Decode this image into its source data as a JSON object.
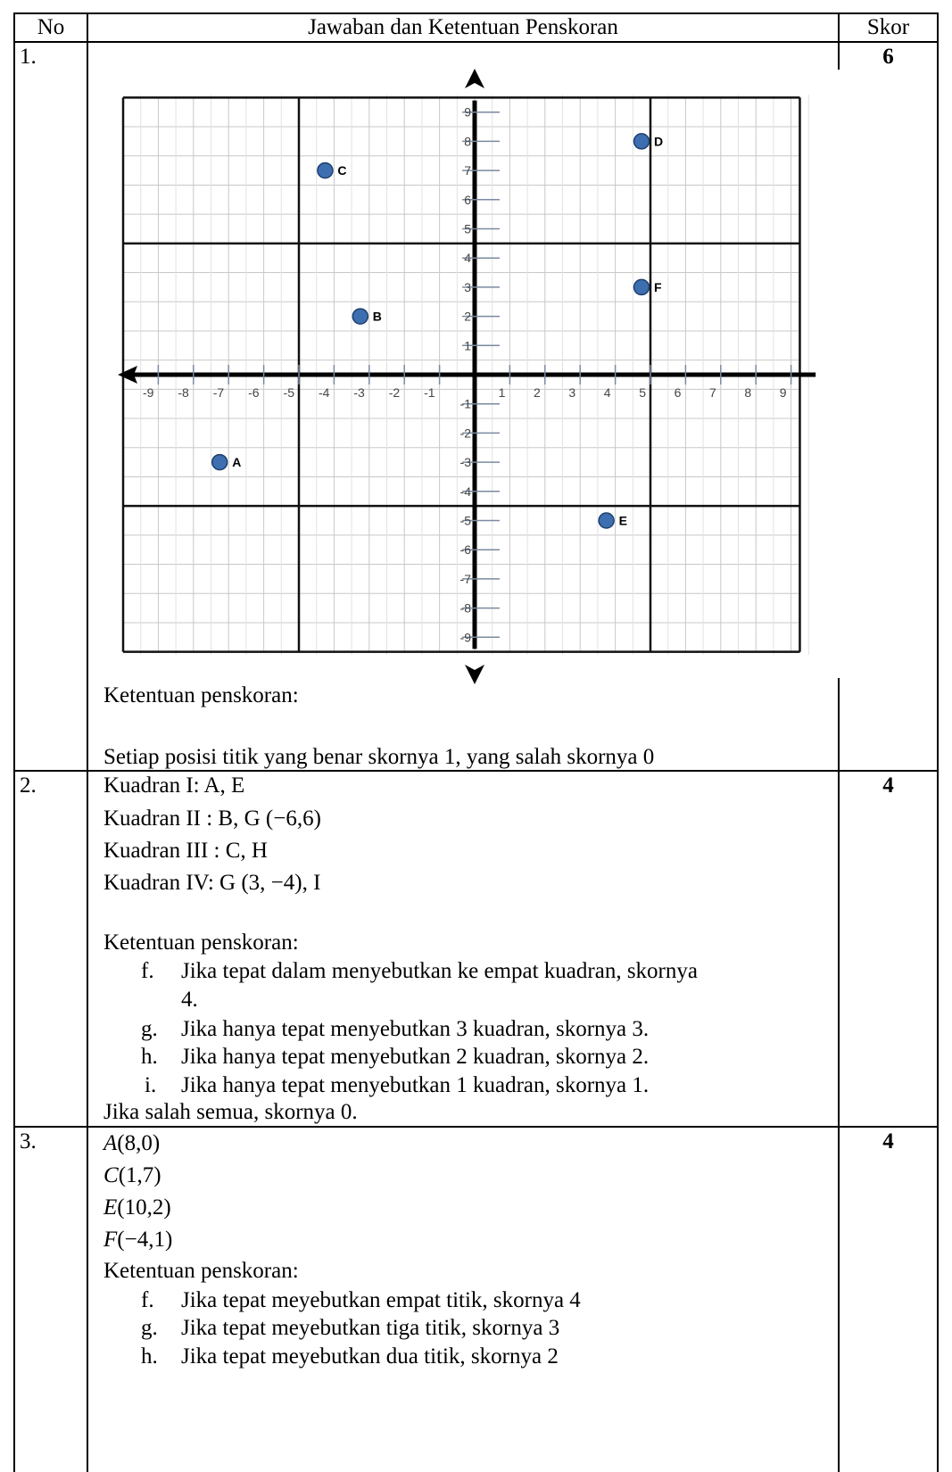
{
  "table": {
    "headers": {
      "no": "No",
      "answer": "Jawaban dan Ketentuan Penskoran",
      "score": "Skor"
    },
    "rows": [
      {
        "no": "1.",
        "score": "6",
        "scoring_title": "Ketentuan penskoran:",
        "scoring_text": "Setiap posisi titik yang benar skornya 1, yang salah skornya 0"
      },
      {
        "no": "2.",
        "score": "4",
        "lines": [
          "Kuadran I: A, E",
          "Kuadran II : B, G (−6,6)",
          "Kuadran III : C, H",
          "Kuadran IV: G (3, −4), I"
        ],
        "scoring_title": "Ketentuan penskoran:",
        "items": [
          {
            "marker": "f.",
            "text": "Jika tepat dalam menyebutkan ke empat kuadran, skornya",
            "cont": "4."
          },
          {
            "marker": "g.",
            "text": "Jika hanya tepat menyebutkan 3 kuadran, skornya 3."
          },
          {
            "marker": "h.",
            "text": "Jika hanya tepat menyebutkan 2 kuadran, skornya 2."
          },
          {
            "marker": "i.",
            "text": "Jika hanya tepat menyebutkan 1 kuadran, skornya 1."
          }
        ],
        "footer": "Jika salah semua, skornya 0."
      },
      {
        "no": "3.",
        "score": "4",
        "points": [
          {
            "name": "A",
            "coords": "(8,0)"
          },
          {
            "name": "C",
            "coords": "(1,7)"
          },
          {
            "name": "E",
            "coords": "(10,2)"
          },
          {
            "name": "F",
            "coords": "(−4,1)"
          }
        ],
        "scoring_title": "Ketentuan penskoran:",
        "items": [
          {
            "marker": "f.",
            "text": "Jika tepat meyebutkan empat titik, skornya 4"
          },
          {
            "marker": "g.",
            "text": "Jika tepat meyebutkan tiga titik, skornya 3"
          },
          {
            "marker": "h.",
            "text": "Jika tepat meyebutkan dua titik, skornya 2"
          }
        ]
      }
    ]
  },
  "chart_data": {
    "type": "scatter",
    "xlim": [
      -9,
      9
    ],
    "ylim": [
      -9,
      9
    ],
    "x_ticks": [
      -9,
      -8,
      -7,
      -6,
      -5,
      -4,
      -3,
      -2,
      -1,
      1,
      2,
      3,
      4,
      5,
      6,
      7,
      8,
      9
    ],
    "y_ticks": [
      9,
      8,
      7,
      6,
      5,
      4,
      3,
      2,
      1,
      -1,
      -2,
      -3,
      -4,
      -5,
      -6,
      -7,
      -8,
      -9
    ],
    "grid": true,
    "point_color": "#3d6fb0",
    "points": [
      {
        "label": "A",
        "x": -7,
        "y": -3
      },
      {
        "label": "B",
        "x": -3,
        "y": 2
      },
      {
        "label": "C",
        "x": -4,
        "y": 7
      },
      {
        "label": "D",
        "x": 5,
        "y": 8
      },
      {
        "label": "E",
        "x": 4,
        "y": -5
      },
      {
        "label": "F",
        "x": 5,
        "y": 3
      }
    ]
  }
}
